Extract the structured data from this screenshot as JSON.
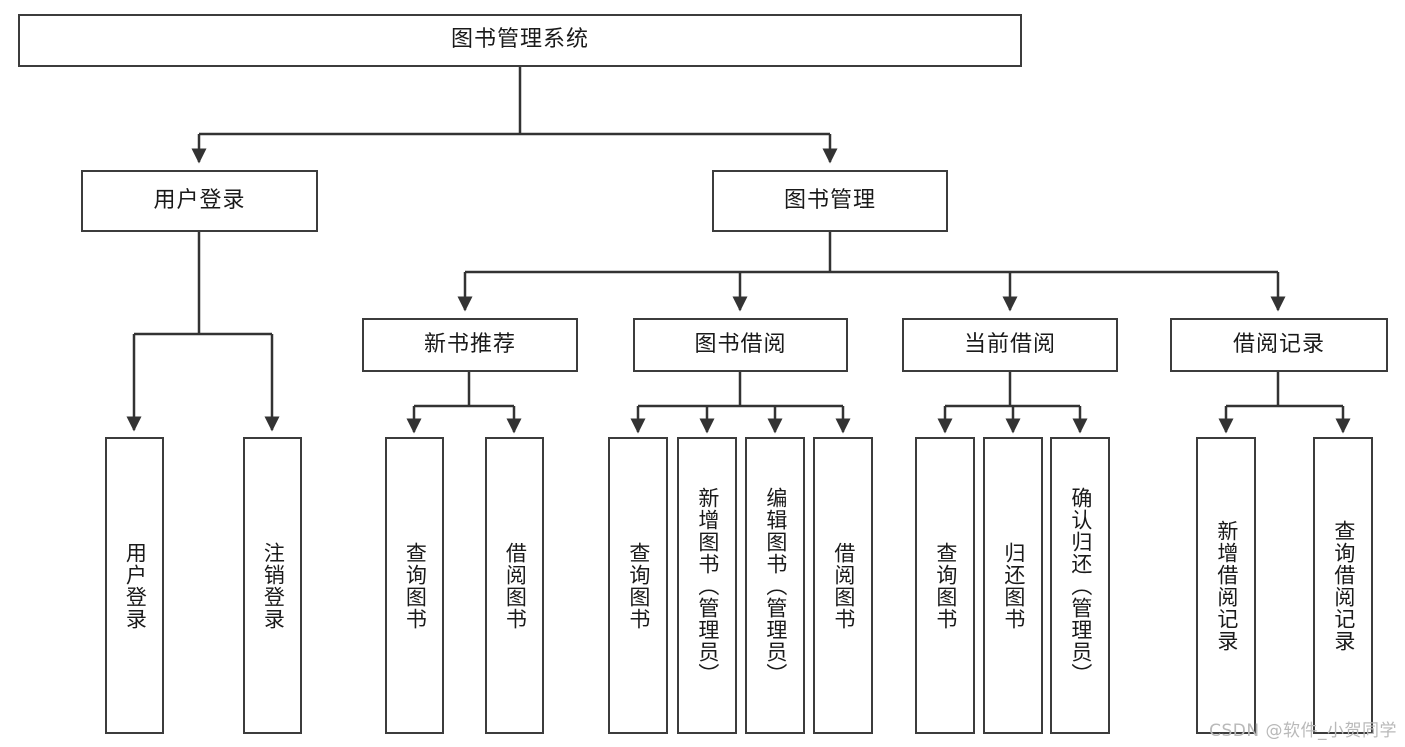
{
  "diagram": {
    "title": "图书管理系统",
    "watermark": "CSDN @软件_小贺同学",
    "colors": {
      "box_border": "#3c3c3c",
      "connector": "#333333",
      "background": "#ffffff",
      "text": "#1a1a1a",
      "watermark": "#b9b9b9"
    },
    "levels": {
      "root": {
        "label": "图书管理系统"
      },
      "level2": [
        {
          "label": "用户登录"
        },
        {
          "label": "图书管理"
        }
      ],
      "level3": [
        {
          "label": "新书推荐"
        },
        {
          "label": "图书借阅"
        },
        {
          "label": "当前借阅"
        },
        {
          "label": "借阅记录"
        }
      ],
      "leaves": {
        "user_login": [
          {
            "label": "用户登录"
          },
          {
            "label": "注销登录"
          }
        ],
        "new_book_recommend": [
          {
            "label": "查询图书"
          },
          {
            "label": "借阅图书"
          }
        ],
        "book_borrow": [
          {
            "label": "查询图书"
          },
          {
            "label": "新增图书（管理员）"
          },
          {
            "label": "编辑图书（管理员）"
          },
          {
            "label": "借阅图书"
          }
        ],
        "current_borrow": [
          {
            "label": "查询图书"
          },
          {
            "label": "归还图书"
          },
          {
            "label": "确认归还（管理员）"
          }
        ],
        "borrow_records": [
          {
            "label": "新增借阅记录"
          },
          {
            "label": "查询借阅记录"
          }
        ]
      }
    }
  }
}
